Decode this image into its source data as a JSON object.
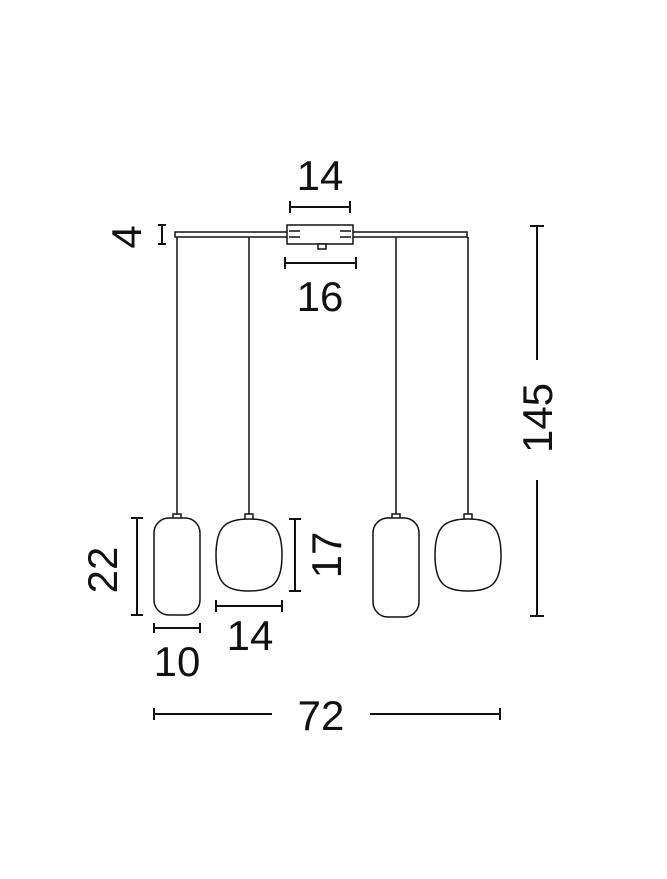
{
  "dimensions": {
    "canopy_top_width": "14",
    "canopy_bottom_width": "16",
    "bar_height": "4",
    "total_height": "145",
    "shade_height_tall": "22",
    "shade_width_tall": "10",
    "shade_height_round": "17",
    "shade_width_round": "14",
    "total_width": "72"
  }
}
